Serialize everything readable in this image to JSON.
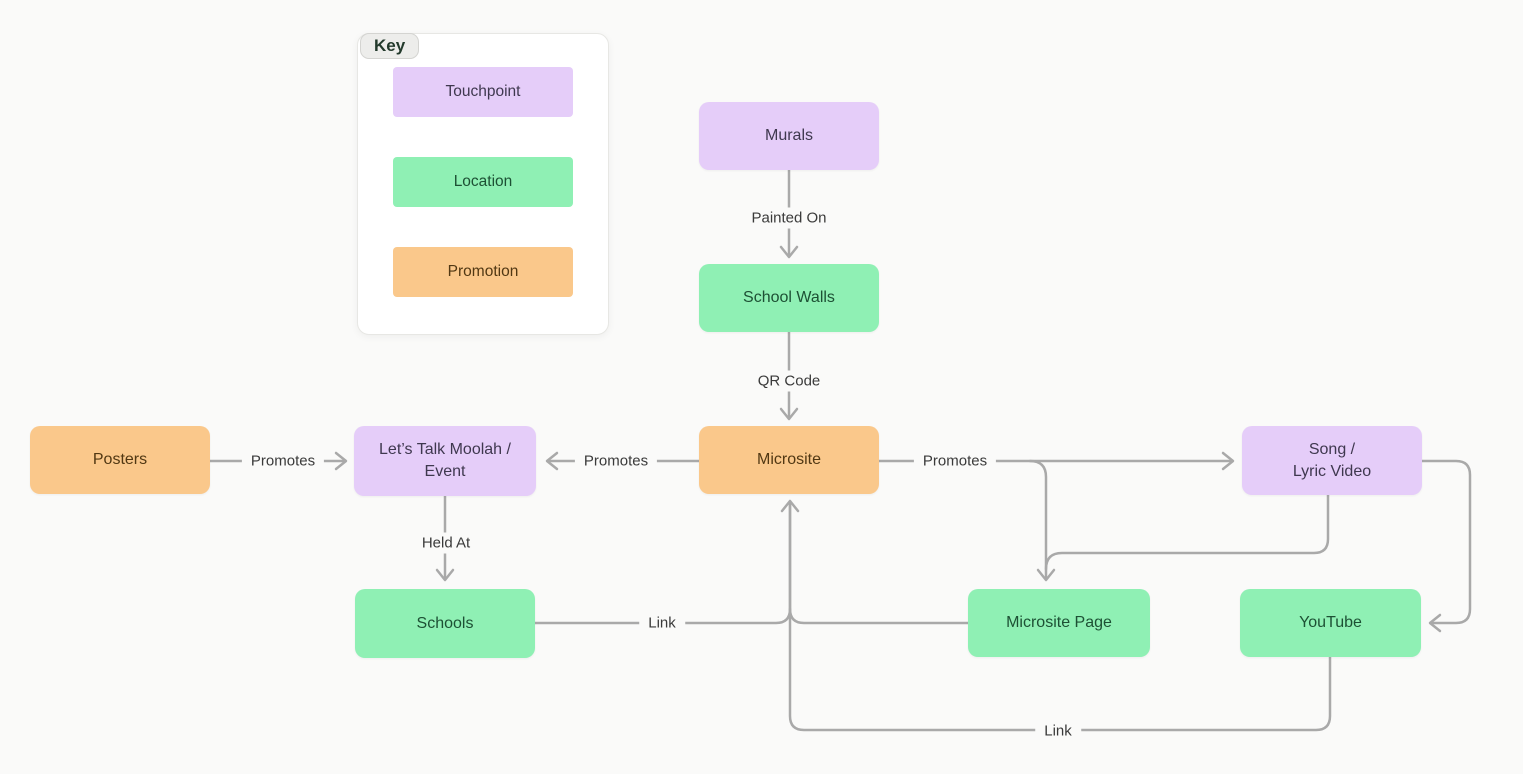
{
  "canvas": {
    "background": "#fafaf9"
  },
  "colors": {
    "touchpoint": {
      "bg": "#e5cdf9",
      "text": "#3f384f"
    },
    "location": {
      "bg": "#8ff0b4",
      "text": "#1d5034"
    },
    "promotion": {
      "bg": "#fac88b",
      "text": "#513813"
    },
    "edge": "#a9a9a9"
  },
  "key": {
    "title": "Key",
    "items": [
      {
        "label": "Touchpoint",
        "type": "touchpoint"
      },
      {
        "label": "Location",
        "type": "location"
      },
      {
        "label": "Promotion",
        "type": "promotion"
      }
    ]
  },
  "nodes": {
    "murals": {
      "label": "Murals",
      "type": "touchpoint"
    },
    "school_walls": {
      "label": "School Walls",
      "type": "location"
    },
    "microsite": {
      "label": "Microsite",
      "type": "promotion"
    },
    "posters": {
      "label": "Posters",
      "type": "promotion"
    },
    "event": {
      "line1": "Let’s Talk Moolah /",
      "line2": "Event",
      "type": "touchpoint"
    },
    "song": {
      "line1": "Song /",
      "line2": "Lyric Video",
      "type": "touchpoint"
    },
    "schools": {
      "label": "Schools",
      "type": "location"
    },
    "microsite_page": {
      "label": "Microsite Page",
      "type": "location"
    },
    "youtube": {
      "label": "YouTube",
      "type": "location"
    }
  },
  "edges": {
    "painted_on": {
      "label": "Painted On",
      "from": "murals",
      "to": "school_walls"
    },
    "qr_code": {
      "label": "QR Code",
      "from": "school_walls",
      "to": "microsite"
    },
    "promotes_posters_event": {
      "label": "Promotes",
      "from": "posters",
      "to": "event"
    },
    "promotes_microsite_event": {
      "label": "Promotes",
      "from": "microsite",
      "to": "event"
    },
    "promotes_microsite_song": {
      "label": "Promotes",
      "from": "microsite",
      "to": "song"
    },
    "held_at": {
      "label": "Held At",
      "from": "event",
      "to": "schools"
    },
    "link_schools_microsite": {
      "label": "Link",
      "from": "schools",
      "to": "microsite"
    },
    "link_youtube_microsite": {
      "label": "Link",
      "from": "youtube",
      "to": "microsite"
    },
    "song_to_microsite_page": {
      "label": "",
      "from": "song",
      "to": "microsite_page"
    },
    "song_to_youtube": {
      "label": "",
      "from": "song",
      "to": "youtube"
    },
    "microsite_page_to_microsite": {
      "label": "",
      "from": "microsite_page",
      "to": "microsite"
    }
  }
}
